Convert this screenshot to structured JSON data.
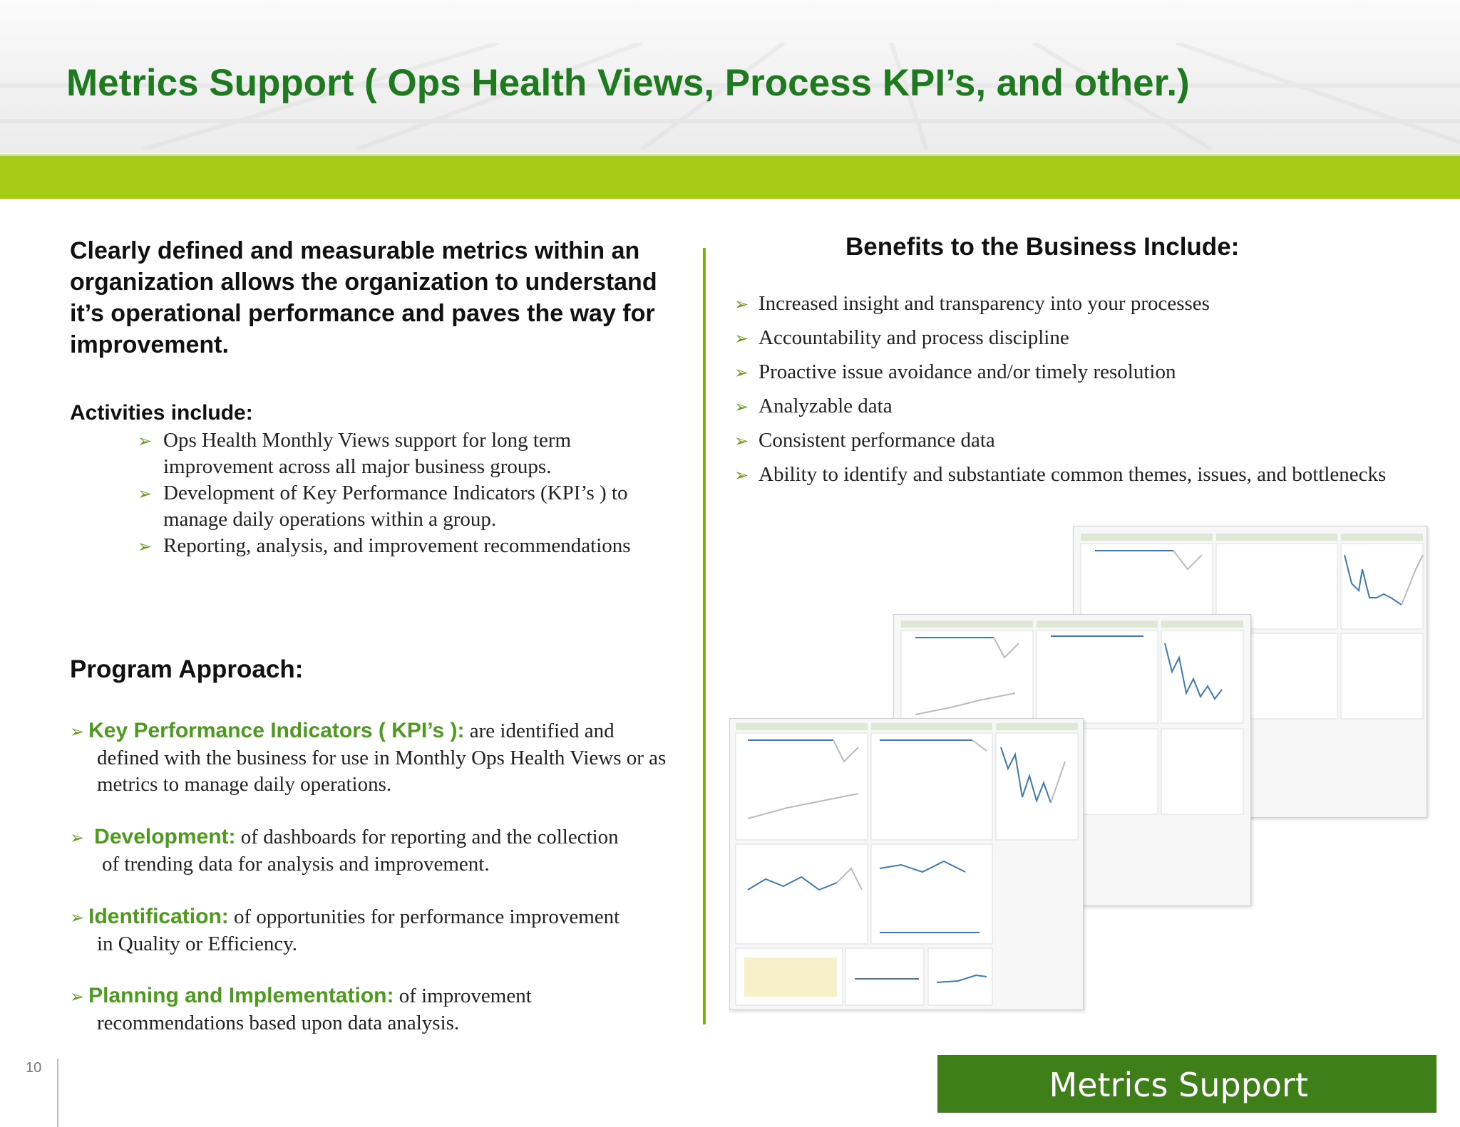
{
  "header": {
    "title": "Metrics Support ( Ops Health Views, Process KPI’s, and other.)"
  },
  "left": {
    "lead": "Clearly defined and measurable metrics within an organization allows the organization to understand it’s operational performance and paves the way for improvement.",
    "activities_heading": "Activities include:",
    "activities": [
      "Ops Health Monthly Views support for long term improvement across all major business groups.",
      "Development of Key Performance Indicators (KPI’s ) to manage daily operations within a group.",
      "Reporting, analysis, and improvement recommendations"
    ],
    "program_heading": "Program Approach:",
    "approach": [
      {
        "label": "Key Performance Indicators ( KPI’s ):",
        "text": " are identified and",
        "cont": "defined with the  business for use in Monthly Ops Health Views or  as metrics to manage daily operations."
      },
      {
        "label": "Development:",
        "text": " of dashboards for reporting and the collection",
        "cont": "of trending data for analysis and improvement."
      },
      {
        "label": "Identification:",
        "text": " of opportunities for performance improvement",
        "cont": "in Quality or Efficiency."
      },
      {
        "label": "Planning and Implementation:",
        "text": " of improvement",
        "cont": "recommendations based upon data analysis."
      }
    ]
  },
  "right": {
    "benefits_heading": "Benefits to the Business Include:",
    "benefits": [
      "Increased insight and transparency into your processes",
      "Accountability and process discipline",
      "Proactive issue avoidance and/or timely resolution",
      "Analyzable data",
      "Consistent performance data",
      "Ability to identify and substantiate common themes, issues, and bottlenecks"
    ]
  },
  "footer": {
    "page_number": "10",
    "badge": "Metrics Support"
  },
  "icons": {
    "bullet": "arrow-bullet-icon"
  },
  "colors": {
    "title_green": "#1f7a1f",
    "band_lime": "#a4cc14",
    "label_green": "#4d9a1e",
    "badge_green": "#3f7f1a"
  }
}
